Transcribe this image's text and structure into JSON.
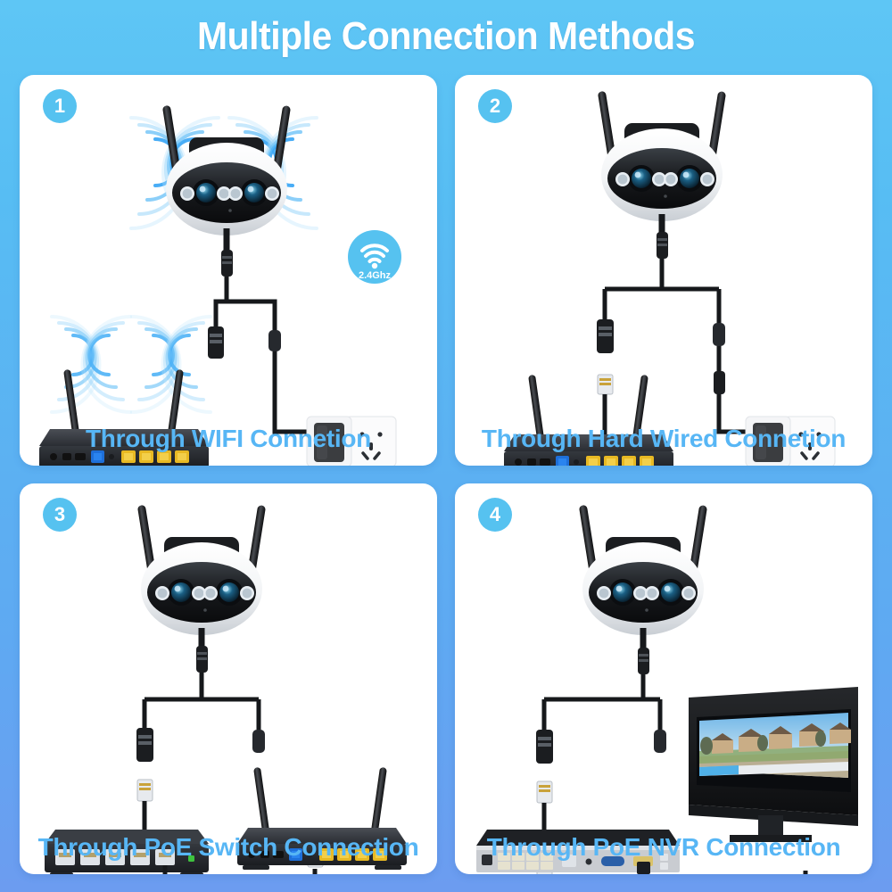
{
  "header": {
    "title": "Multiple Connection Methods"
  },
  "theme": {
    "bg_top": "#5ec6f5",
    "bg_bottom": "#6c9cf0",
    "panel_bg": "#ffffff",
    "accent": "#57b6f5",
    "badge_bg": "#56c2f0",
    "caption_color": "#57b6f5",
    "title_color": "#ffffff"
  },
  "panels": [
    {
      "number": "1",
      "caption": "Through WIFI Connetion",
      "wifi_badge": {
        "label": "2.4Ghz",
        "icon": "wifi-icon"
      },
      "devices": [
        "security-camera",
        "wifi-router",
        "wall-socket",
        "power-adapter"
      ],
      "signals": [
        "camera-wifi-waves",
        "router-wifi-waves"
      ]
    },
    {
      "number": "2",
      "caption": "Through Hard Wired Connetion",
      "devices": [
        "security-camera",
        "wifi-router",
        "wall-socket",
        "power-adapter"
      ],
      "cables": [
        "ethernet-cable",
        "power-cable"
      ]
    },
    {
      "number": "3",
      "caption": "Through PoE Switch Connection",
      "devices": [
        "security-camera",
        "poe-switch",
        "wifi-router"
      ],
      "cables": [
        "ethernet-cable"
      ]
    },
    {
      "number": "4",
      "caption": "Through PoE NVR Connection",
      "devices": [
        "security-camera",
        "poe-nvr",
        "monitor-tv"
      ],
      "cables": [
        "ethernet-cable",
        "hdmi-cable"
      ],
      "screen_content": "neighborhood-live-view"
    }
  ]
}
